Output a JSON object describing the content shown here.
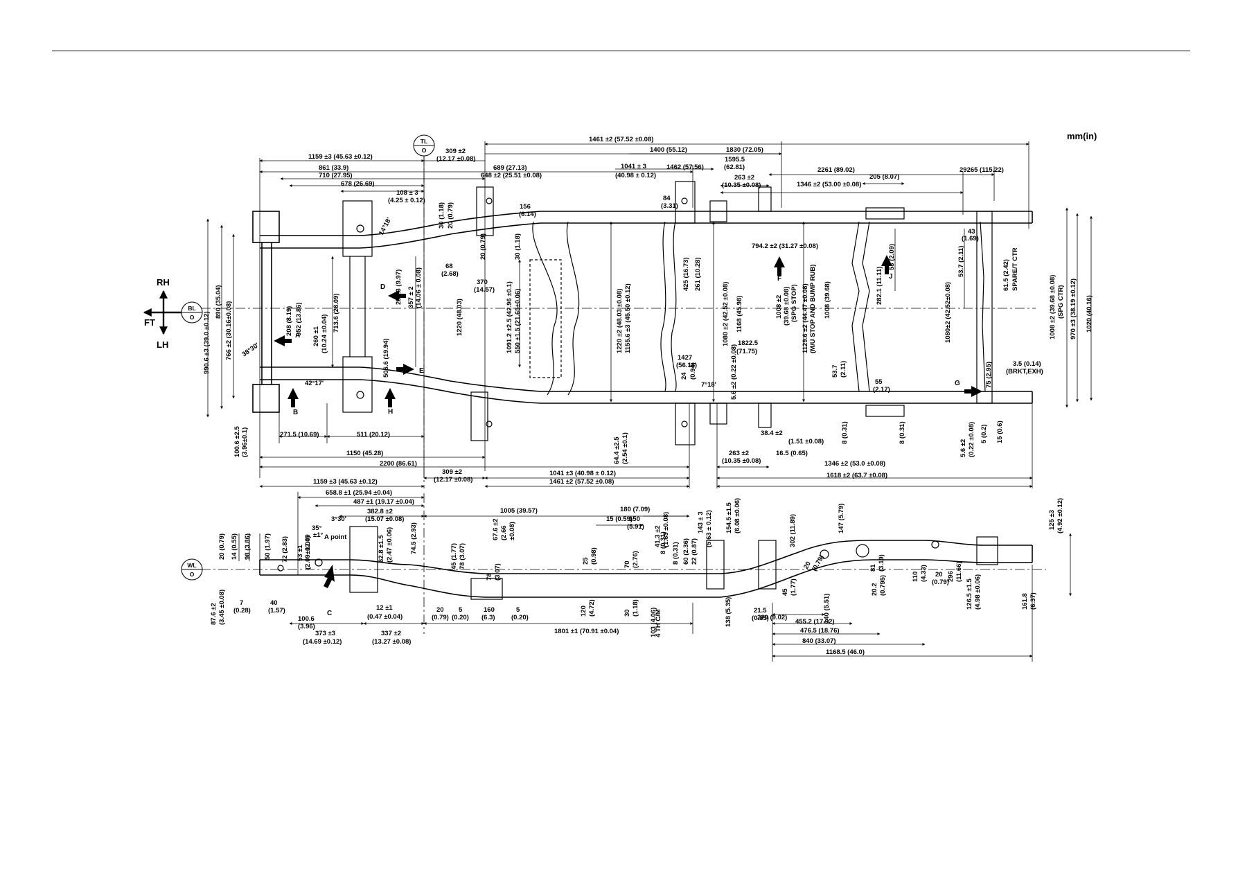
{
  "header": {
    "units": "mm(in)"
  },
  "orientation": {
    "rh": "RH",
    "lh": "LH",
    "ft": "FT"
  },
  "datums": {
    "bl": [
      "BL",
      "O"
    ],
    "tl": [
      "TL",
      "O"
    ],
    "wl": [
      "WL",
      "O"
    ]
  },
  "view_arrows": [
    "A",
    "B",
    "C",
    "D",
    "E",
    "F",
    "G",
    "H",
    "J"
  ],
  "plan_view": {
    "top_dimensions": [
      "1461 ±2 (57.52 ±0.08)",
      "1159 ±3 (45.63 ±0.12)",
      "309 ±2",
      "(12.17 ±0.08)",
      "1400 (55.12)",
      "1830 (72.05)",
      "1595.5",
      "(62.81)",
      "861 (33.9)",
      "689 (27.13)",
      "1041 ± 3",
      "1462 (57.56)",
      "710 (27.95)",
      "648 ±2 (25.51 ±0.08)",
      "(40.98 ± 0.12)",
      "263 ±2",
      "(10.35 ±0.08)",
      "2261 (89.02)",
      "29265 (115.22)",
      "678 (26.69)",
      "1346 ±2 (53.00 ±0.08)",
      "205 (8.07)",
      "108 ± 3",
      "(4.25 ± 0.12)",
      "84",
      "(3.31)",
      "156",
      "(6.14)",
      "30 (1.18)",
      "20 (0.79)",
      "14°18'"
    ],
    "interior_dimensions": [
      "43",
      "(1.69)",
      "990.6 ±3 (39.0 ±0.12)",
      "890 (35.04)",
      "766 ±2 (30.16±0.08)",
      "794.2 ±2 (31.27 ±0.08)",
      "53 (2.09)",
      "53.7 (2.11)",
      "68",
      "(2.68)",
      "20 (0.79)",
      "30 (1.18)",
      "425 (16.73)",
      "261 (10.28)",
      "61.5 (2.42)",
      "SPARE/T CTR",
      "370",
      "(14.57)",
      "253.3 (9.97)",
      "357 ± 2",
      "(14.06 ± 0.08)",
      "1220 (48.03)",
      "1091.2 ±2.5 (42.96 ±0.1)",
      "550 ±1.5 (21.65±0.06)",
      "1220 ±2 (48.03 ±0.08)",
      "1155.6 ±3 (45.50 ±0.12)",
      "1080 ±2 (42.52 ±0.08)",
      "1168 (45.98)",
      "1008 ±2",
      "(39.68 ±0.08)",
      "(SPG STOP)",
      "1129.6 ±2 (44.47 ±0.08)",
      "(M/U STOP AND BUMP RUB)",
      "1008 (39.68)",
      "282.1 (11.11)",
      "1080±2 (42.52±0.08)",
      "1008 ±2 (39.68 ±0.08)",
      "(SPG CTR)",
      "970 ±3 (38.19 ±0.12)",
      "1020 (40.16)",
      "208 (8.19)",
      "352 (13.86)",
      "713.6 (28.09)",
      "260 ±1",
      "(10.24 ±0.04)",
      "506.6 (19.94)",
      "38°30'",
      "1822.5",
      "(71.75)",
      "1427",
      "(56.18)",
      "24",
      "(0.94)",
      "7°18'",
      "5.6 ±2 (0.22 ±0.08)",
      "53.7",
      "(2.11)",
      "55",
      "(2.17)",
      "3.5 (0.14)",
      "(BRKT,EXH)",
      "75 (2.95)",
      "42°17'"
    ],
    "bottom_dimensions": [
      "271.5 (10.69)",
      "511 (20.12)",
      "100.6 ±2.5",
      "(3.96±0.1)",
      "64.4 ±2.5",
      "(2.54 ±0.1)",
      "38.4 ±2",
      "(1.51 ±0.08)",
      "8 (0.31)",
      "8 (0.31)",
      "5.6 ±2",
      "(0.22 ±0.08)",
      "5 (0.2)",
      "15 (0.6)",
      "1150 (45.28)",
      "263 ±2",
      "(10.35 ±0.08)",
      "16.5 (0.65)",
      "2200 (86.61)",
      "309 ±2",
      "(12.17 ±0.08)",
      "1041 ±3 (40.98 ± 0.12)",
      "1346 ±2 (53.0 ±0.08)",
      "1159 ±3 (45.63 ±0.12)",
      "1461 ±2 (57.52 ±0.08)",
      "1618 ±2 (63.7 ±0.08)"
    ]
  },
  "side_view": {
    "top_dimensions": [
      "658.8 ±1 (25.94 ±0.04)",
      "487 ±1 (19.17 ±0.04)",
      "382.8 ±2",
      "(15.07 ±0.08)",
      "1005 (39.57)",
      "180 (7.09)",
      "41.3 ±2",
      "(1.63 ±0.08)",
      "3°30'",
      "35°",
      "±1°",
      "12.09",
      "53 ±1",
      "(2.09±0.04)",
      "A point",
      "62.8 ±1.5",
      "(2.47 ±0.06)",
      "74.5 (2.93)",
      "67.6 ±2",
      "(2.66",
      "±0.08)",
      "15 (0.59)",
      "150",
      "(5.91)",
      "143 ± 3",
      "(5.63 ± 0.12)",
      "154.5 ±1.5",
      "(6.08 ±0.06)",
      "302 (11.89)",
      "147 (5.79)",
      "125 ±3",
      "(4.92 ±0.12)",
      "20 (0.79)",
      "14 (0.55)",
      "98 (3.86)",
      "50 (1.97)",
      "72 (2.83)",
      "45 (1.77)",
      "78 (3.07)",
      "78",
      "(3.07)",
      "25",
      "(0.98)",
      "70",
      "(2.76)",
      "8 (0.31)",
      "60 (2.36)",
      "22 (0.87)",
      "8 (0.31)",
      "81",
      "(3.19)",
      "20",
      "(0.79)",
      "110",
      "(4.33)",
      "20",
      "(0.79)",
      "296",
      "(11.66)",
      "126.5 ±1.5",
      "(4.98 ±0.06)",
      "161.8",
      "(6.37)",
      "45",
      "(1.77)",
      "20.2",
      "(0.795)"
    ],
    "bottom_dimensions": [
      "87.6 ±2",
      "(3.45 ±0.08)",
      "7",
      "(0.28)",
      "40",
      "(1.57)",
      "100.6",
      "(3.96)",
      "12 ±1",
      "(0.47 ±0.04)",
      "20",
      "(0.79)",
      "5",
      "(0.20)",
      "160",
      "(6.3)",
      "5",
      "(0.20)",
      "120",
      "(4.72)",
      "30",
      "(1.18)",
      "103 (4.06)",
      "4 TH C/M",
      "138 (5.35)",
      "21.5",
      "(0.85)",
      "229 (9.02)",
      "140 (5.51)",
      "373 ±3",
      "(14.69 ±0.12)",
      "337 ±2",
      "(13.27 ±0.08)",
      "1801 ±1 (70.91 ±0.04)",
      "455.2 (17.92)",
      "476.5 (18.76)",
      "840 (33.07)",
      "1168.5 (46.0)"
    ]
  }
}
